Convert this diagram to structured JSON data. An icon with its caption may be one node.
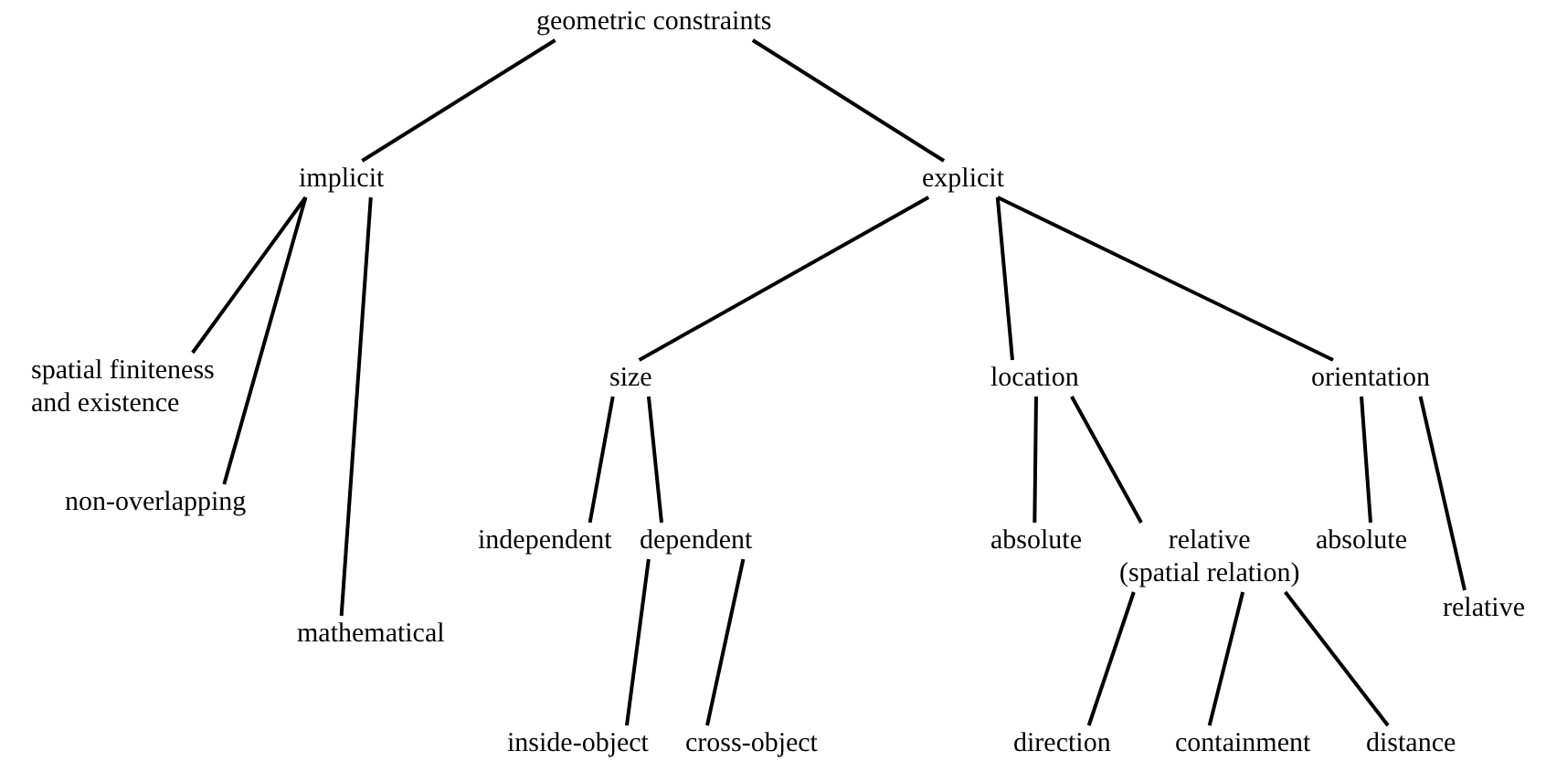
{
  "diagram": {
    "nodes": [
      {
        "text": [
          "geometric constraints"
        ]
      },
      {
        "text": [
          "implicit"
        ]
      },
      {
        "text": [
          "explicit"
        ]
      },
      {
        "text": [
          "spatial finiteness and existence"
        ]
      },
      {
        "text": [
          "non-overlapping"
        ]
      },
      {
        "text": [
          "mathematical"
        ]
      },
      {
        "text": [
          "size"
        ]
      },
      {
        "text": [
          "location"
        ]
      },
      {
        "text": [
          "orientation"
        ]
      },
      {
        "text": [
          "independent"
        ]
      },
      {
        "text": [
          "dependent"
        ]
      },
      {
        "text": [
          "absolute"
        ]
      },
      {
        "text": [
          "relative (spatial relation)"
        ]
      },
      {
        "text": [
          "absolute"
        ]
      },
      {
        "text": [
          "relative"
        ]
      },
      {
        "text": [
          "inside-object"
        ]
      },
      {
        "text": [
          "cross-object"
        ]
      },
      {
        "text": [
          "direction"
        ]
      },
      {
        "text": [
          "containment"
        ]
      },
      {
        "text": [
          "distance"
        ]
      }
    ],
    "edges": [
      {
        "from": 0,
        "to": 1,
        "arrow": "none"
      },
      {
        "from": 0,
        "to": 2,
        "arrow": "none"
      },
      {
        "from": 1,
        "to": 3,
        "arrow": "none"
      },
      {
        "from": 1,
        "to": 4,
        "arrow": "none"
      },
      {
        "from": 1,
        "to": 5,
        "arrow": "none"
      },
      {
        "from": 2,
        "to": 6,
        "arrow": "none"
      },
      {
        "from": 2,
        "to": 7,
        "arrow": "none"
      },
      {
        "from": 2,
        "to": 8,
        "arrow": "none"
      },
      {
        "from": 6,
        "to": 9,
        "arrow": "none"
      },
      {
        "from": 6,
        "to": 10,
        "arrow": "none"
      },
      {
        "from": 7,
        "to": 11,
        "arrow": "none"
      },
      {
        "from": 7,
        "to": 12,
        "arrow": "none"
      },
      {
        "from": 8,
        "to": 13,
        "arrow": "none"
      },
      {
        "from": 8,
        "to": 14,
        "arrow": "none"
      },
      {
        "from": 10,
        "to": 15,
        "arrow": "none"
      },
      {
        "from": 10,
        "to": 16,
        "arrow": "none"
      },
      {
        "from": 12,
        "to": 17,
        "arrow": "none"
      },
      {
        "from": 12,
        "to": 18,
        "arrow": "none"
      },
      {
        "from": 12,
        "to": 19,
        "arrow": "none"
      }
    ]
  }
}
